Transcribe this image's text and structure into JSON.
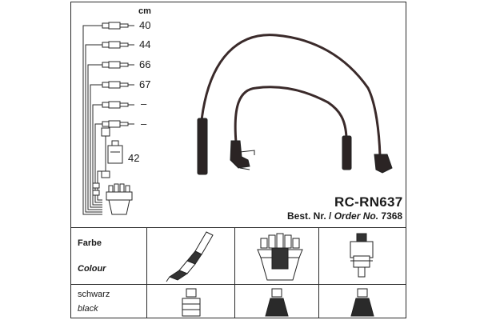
{
  "unit_label": "cm",
  "cable_lengths": [
    "40",
    "44",
    "66",
    "67",
    "–",
    "–",
    "42"
  ],
  "product": {
    "model": "RC-RN637",
    "order_prefix": "Best. Nr. /",
    "order_label": "Order No.",
    "order_number": "7368"
  },
  "table": {
    "farbe_label": "Farbe",
    "colour_label": "Colour",
    "schwarz_label": "schwarz",
    "black_label": "black"
  },
  "colors": {
    "line": "#2a2a2a",
    "cable": "#3a2a2a",
    "connector_fill": "#1f1f1f"
  }
}
